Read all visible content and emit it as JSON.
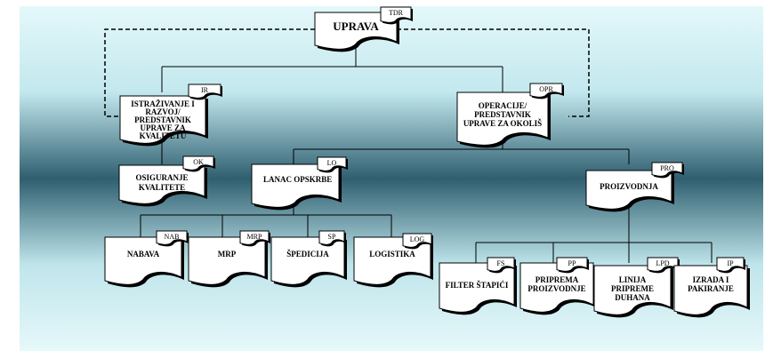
{
  "nodes": {
    "uprava": {
      "label": [
        "UPRAVA"
      ],
      "tag": "TDR"
    },
    "ir": {
      "label": [
        "ISTRAŽIVANJE I",
        "RAZVOJ/",
        "PREDSTAVNIK",
        "UPRAVE ZA",
        "KVALITETU"
      ],
      "tag": "IR"
    },
    "opr": {
      "label": [
        "OPERACIJE/",
        "PREDSTAVNIK",
        "UPRAVE ZA OKOLIŠ"
      ],
      "tag": "OPR"
    },
    "ok": {
      "label": [
        "OSIGURANJE",
        "KVALITETE"
      ],
      "tag": "OK"
    },
    "lo": {
      "label": [
        "LANAC OPSKRBE"
      ],
      "tag": "LO"
    },
    "pro": {
      "label": [
        "PROIZVODNJA"
      ],
      "tag": "PRO"
    },
    "nab": {
      "label": [
        "NABAVA"
      ],
      "tag": "NAB"
    },
    "mrp": {
      "label": [
        "MRP"
      ],
      "tag": "MRP"
    },
    "sp": {
      "label": [
        "ŠPEDICIJA"
      ],
      "tag": "SP"
    },
    "log": {
      "label": [
        "LOGISTIKA"
      ],
      "tag": "LOG"
    },
    "fs": {
      "label": [
        "FILTER ŠTAPIĆI"
      ],
      "tag": "FS"
    },
    "pp": {
      "label": [
        "PRIPREMA",
        "PROIZVODNJE"
      ],
      "tag": "PP"
    },
    "lpd": {
      "label": [
        "LINIJA",
        "PRIPREME",
        "DUHANA"
      ],
      "tag": "LPD"
    },
    "ip": {
      "label": [
        "IZRADA I",
        "PAKIRANJE"
      ],
      "tag": "IP"
    }
  },
  "colors": {
    "bg_light": "#dff6f8",
    "bg_dark": "#2e5e6e",
    "line": "#000000"
  }
}
